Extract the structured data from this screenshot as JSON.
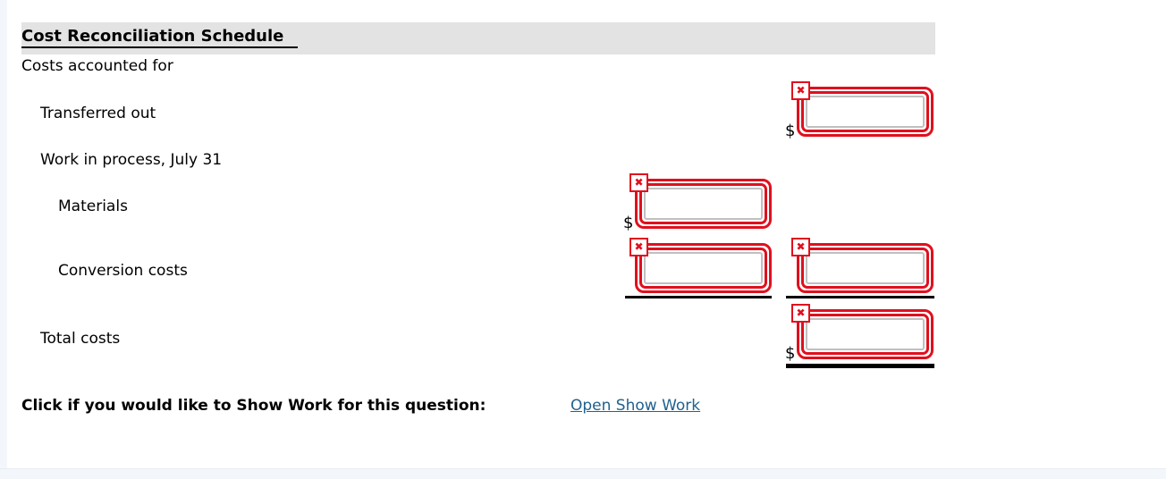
{
  "header": {
    "title": "Cost Reconciliation Schedule"
  },
  "schedule": {
    "section_label": "Costs accounted for",
    "currency_symbol": "$",
    "rows": [
      {
        "label": "Transferred out"
      },
      {
        "label": "Work in process, July 31"
      },
      {
        "label": "Materials"
      },
      {
        "label": "Conversion costs"
      },
      {
        "label": "Total costs"
      }
    ],
    "fields": [
      {
        "name": "transferred-out",
        "value": "",
        "status": "incorrect",
        "has_currency_prefix": true
      },
      {
        "name": "materials",
        "value": "",
        "status": "incorrect",
        "has_currency_prefix": true
      },
      {
        "name": "conversion-costs-column1",
        "value": "",
        "status": "incorrect",
        "has_currency_prefix": false
      },
      {
        "name": "conversion-costs-column2",
        "value": "",
        "status": "incorrect",
        "has_currency_prefix": false
      },
      {
        "name": "total-costs",
        "value": "",
        "status": "incorrect",
        "has_currency_prefix": true
      }
    ]
  },
  "error_marker": {
    "glyph": "✖"
  },
  "show_work": {
    "prompt": "Click if you would like to Show Work for this question:",
    "link_label": "Open Show Work"
  },
  "colors": {
    "error_red": "#e0101e",
    "header_band_gray": "#e3e3e3",
    "link_blue": "#21628f",
    "page_margin_blue": "#f3f7fb",
    "input_border_gray": "#c0c0c0",
    "rule_black": "#000000"
  }
}
